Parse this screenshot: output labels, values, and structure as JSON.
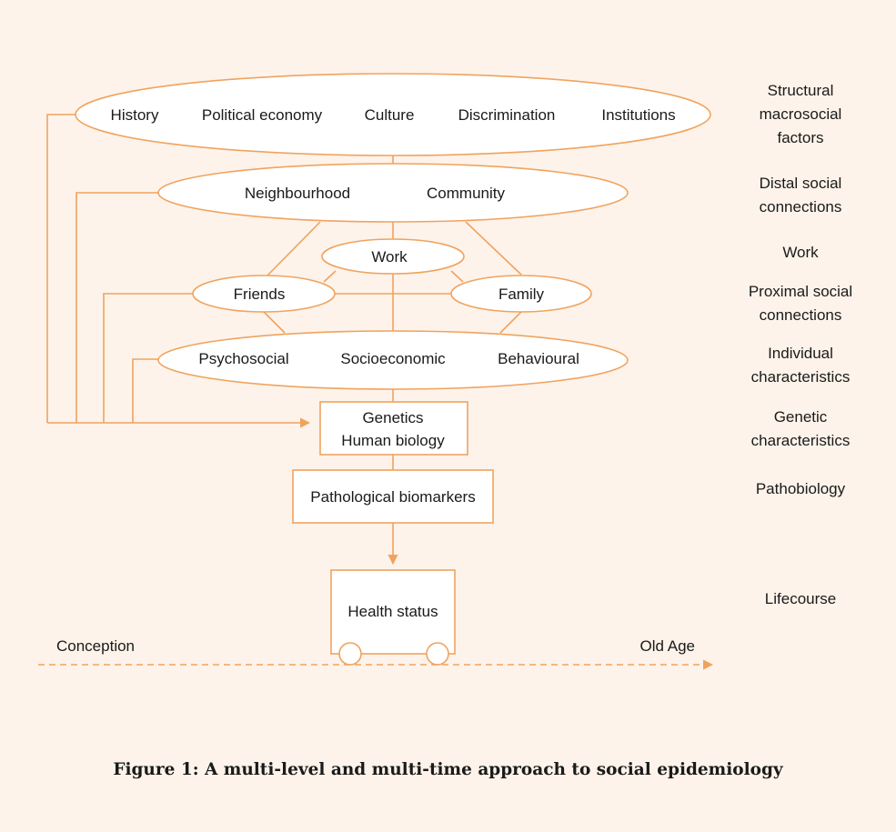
{
  "diagram": {
    "nodes": {
      "structural": [
        "History",
        "Political economy",
        "Culture",
        "Discrimination",
        "Institutions"
      ],
      "distal": [
        "Neighbourhood",
        "Community"
      ],
      "work": "Work",
      "friends": "Friends",
      "family": "Family",
      "individual": [
        "Psychosocial",
        "Socioeconomic",
        "Behavioural"
      ],
      "genetics": [
        "Genetics",
        "Human biology"
      ],
      "pathological": "Pathological biomarkers",
      "health": "Health status"
    },
    "levels": {
      "structural": [
        "Structural",
        "macrosocial",
        "factors"
      ],
      "distal": [
        "Distal social",
        "connections"
      ],
      "work": [
        "Work"
      ],
      "proximal": [
        "Proximal social",
        "connections"
      ],
      "individual": [
        "Individual",
        "characteristics"
      ],
      "genetic": [
        "Genetic",
        "characteristics"
      ],
      "pathobiology": [
        "Pathobiology"
      ],
      "lifecourse": [
        "Lifecourse"
      ]
    },
    "timeline": {
      "start": "Conception",
      "end": "Old Age"
    },
    "caption": "Figure 1: A multi-level and multi-time approach to social epidemiology",
    "colors": {
      "line": "#f0a35e",
      "background": "#fdf3ea",
      "node_fill": "#ffffff",
      "text": "#1a1a1a"
    }
  }
}
